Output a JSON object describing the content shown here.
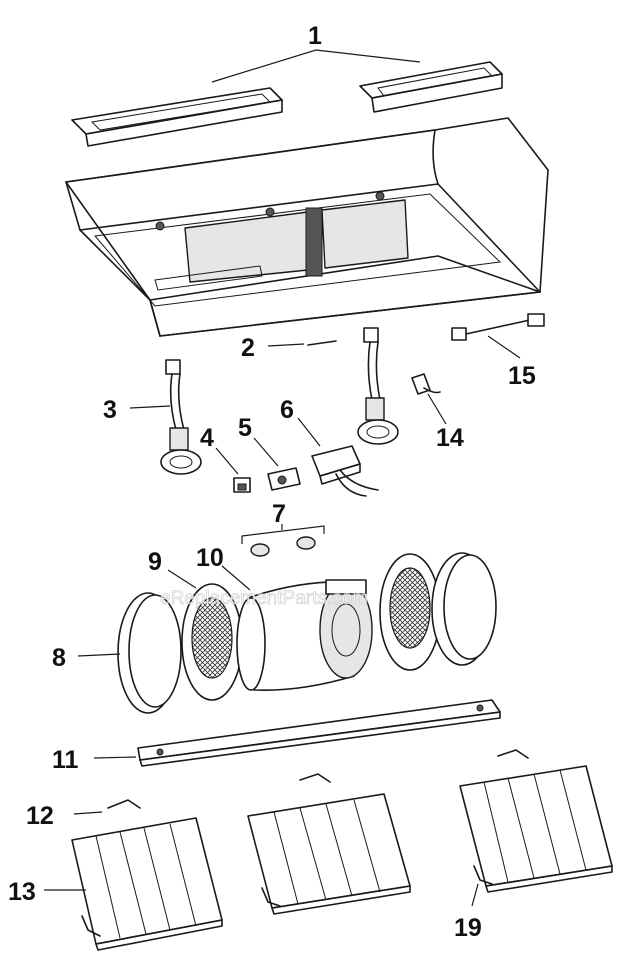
{
  "callouts": {
    "c1": "1",
    "c2": "2",
    "c3": "3",
    "c4": "4",
    "c5": "5",
    "c6": "6",
    "c7": "7",
    "c8": "8",
    "c9": "9",
    "c10": "10",
    "c11": "11",
    "c12": "12",
    "c13": "13",
    "c14": "14",
    "c15": "15",
    "c19": "19"
  },
  "watermark": "eReplacementParts.com"
}
